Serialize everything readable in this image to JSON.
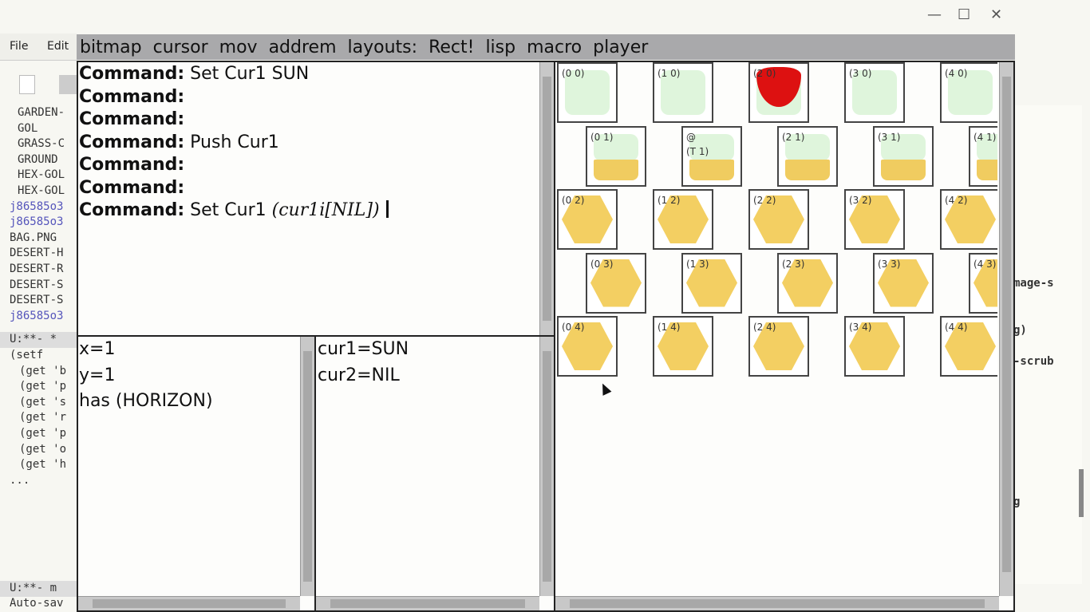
{
  "window_controls": {
    "minimize": "—",
    "maximize": "☐",
    "close": "✕"
  },
  "emacs": {
    "menu": [
      "File",
      "Edit"
    ],
    "dired_lines": [
      "GARDEN-",
      "GOL",
      "GRASS-C",
      "GROUND",
      "HEX-GOL",
      "HEX-GOL",
      "j86585o3",
      "j86585o3",
      "BAG.PNG",
      "DESERT-H",
      "DESERT-R",
      "DESERT-S",
      "DESERT-S",
      "j86585o3"
    ],
    "modeline1": "U:**-  *",
    "code_lines": [
      "(setf",
      "(get 'b",
      "(get 'p",
      "(get 's",
      "(get 'r",
      "(get 'p",
      "(get 'o",
      "(get 'h",
      "..."
    ],
    "modeline2": "U:**-  m",
    "echo": "Auto-sav",
    "right_fragments": [
      "mage-s",
      "g)",
      "-scrub",
      "g"
    ]
  },
  "menubar": [
    "bitmap",
    "cursor",
    "mov",
    "addrem",
    "layouts:",
    "Rect!",
    "lisp",
    "macro",
    "player"
  ],
  "commands": [
    {
      "prompt": "Command:",
      "text": "Set Cur1 SUN"
    },
    {
      "prompt": "Command:",
      "text": ""
    },
    {
      "prompt": "Command:",
      "text": ""
    },
    {
      "prompt": "Command:",
      "text": "Push Cur1"
    },
    {
      "prompt": "Command:",
      "text": ""
    },
    {
      "prompt": "Command:",
      "text": ""
    },
    {
      "prompt": "Command:",
      "text": "Set Cur1",
      "input": "(cur1i[NIL])"
    }
  ],
  "position_pane": [
    "x=1",
    "y=1",
    "has (HORIZON)"
  ],
  "cursor_pane": [
    "cur1=SUN",
    "cur2=NIL"
  ],
  "board": {
    "rows": [
      {
        "type": "sky",
        "labels": [
          "(0 0)",
          "(1 0)",
          "(2 0)",
          "(3 0)",
          "(4 0)"
        ]
      },
      {
        "type": "horizon",
        "labels": [
          "(0 1)",
          "@\n(T 1)",
          "(2 1)",
          "(3 1)",
          "(4 1)"
        ]
      },
      {
        "type": "ground",
        "labels": [
          "(0 2)",
          "(1 2)",
          "(2 2)",
          "(3 2)",
          "(4 2)"
        ]
      },
      {
        "type": "ground",
        "labels": [
          "(0 3)",
          "(1 3)",
          "(2 3)",
          "(3 3)",
          "(4 3)"
        ]
      },
      {
        "type": "ground",
        "labels": [
          "(0 4)",
          "(1 4)",
          "(2 4)",
          "(3 4)",
          "(4 4)"
        ]
      }
    ],
    "sun_tile": "(2 0)",
    "sun_color": "#dd1111"
  }
}
